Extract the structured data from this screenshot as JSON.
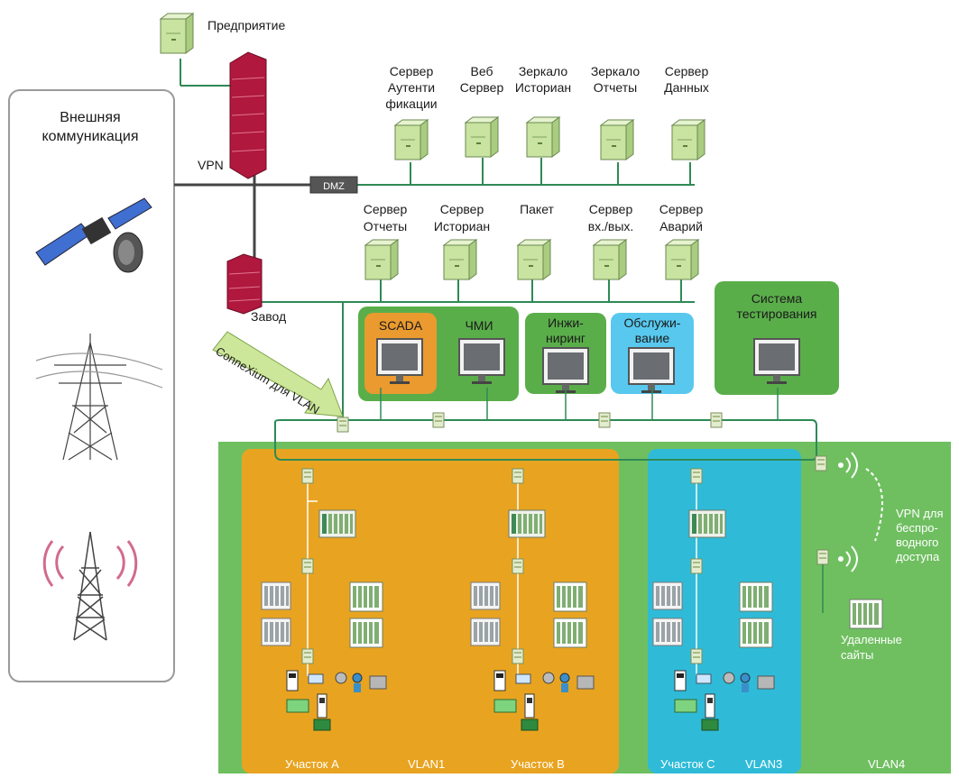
{
  "labels": {
    "enterprise": "Предприятие",
    "external_comm": [
      "Внешняя",
      "коммуникация"
    ],
    "vpn": "VPN",
    "dmz": "DMZ",
    "plant": "Завод",
    "connexium": "ConneXium для VLAN",
    "top_servers": [
      [
        "Сервер",
        "Аутенти",
        "фикации"
      ],
      [
        "Веб",
        "Сервер"
      ],
      [
        "Зеркало",
        "Историан"
      ],
      [
        "Зеркало",
        "Отчеты"
      ],
      [
        "Сервер",
        "Данных"
      ]
    ],
    "mid_servers": [
      [
        "Сервер",
        "Отчеты"
      ],
      [
        "Сервер",
        "Историан"
      ],
      [
        "Пакет"
      ],
      [
        "Сервер",
        "вх./вых."
      ],
      [
        "Сервер",
        "Аварий"
      ]
    ],
    "scada": "SCADA",
    "hmi": "ЧМИ",
    "engineering": [
      "Инжи-",
      "ниринг"
    ],
    "maintenance": [
      "Обслужи-",
      "вание"
    ],
    "test_system": [
      "Система",
      "тестирования"
    ],
    "vpn_wireless": [
      "VPN для",
      "беспро-",
      "водного",
      "доступа"
    ],
    "remote_sites": [
      "Удаленные",
      "сайты"
    ],
    "zones": {
      "area_a": "Участок А",
      "vlan1": "VLAN1",
      "area_b": "Участок В",
      "area_c": "Участок С",
      "vlan3": "VLAN3",
      "vlan4": "VLAN4"
    }
  },
  "colors": {
    "outer_green": "#6fbf60",
    "orange_zone": "#e8a420",
    "cyan_zone": "#2fbbd8",
    "network_line": "#2e8a55",
    "firewall": "#b0183e",
    "server": "#d6ecb0",
    "ops_green": "#5aae4a",
    "scada_orange": "#ea9a2e",
    "maint_blue": "#58c8ee"
  },
  "icons": [
    "server-icon",
    "firewall-icon",
    "satellite-icon",
    "power-tower-icon",
    "radio-tower-icon",
    "monitor-icon",
    "switch-icon",
    "plc-rack-icon",
    "wireless-icon",
    "field-device-icon"
  ]
}
